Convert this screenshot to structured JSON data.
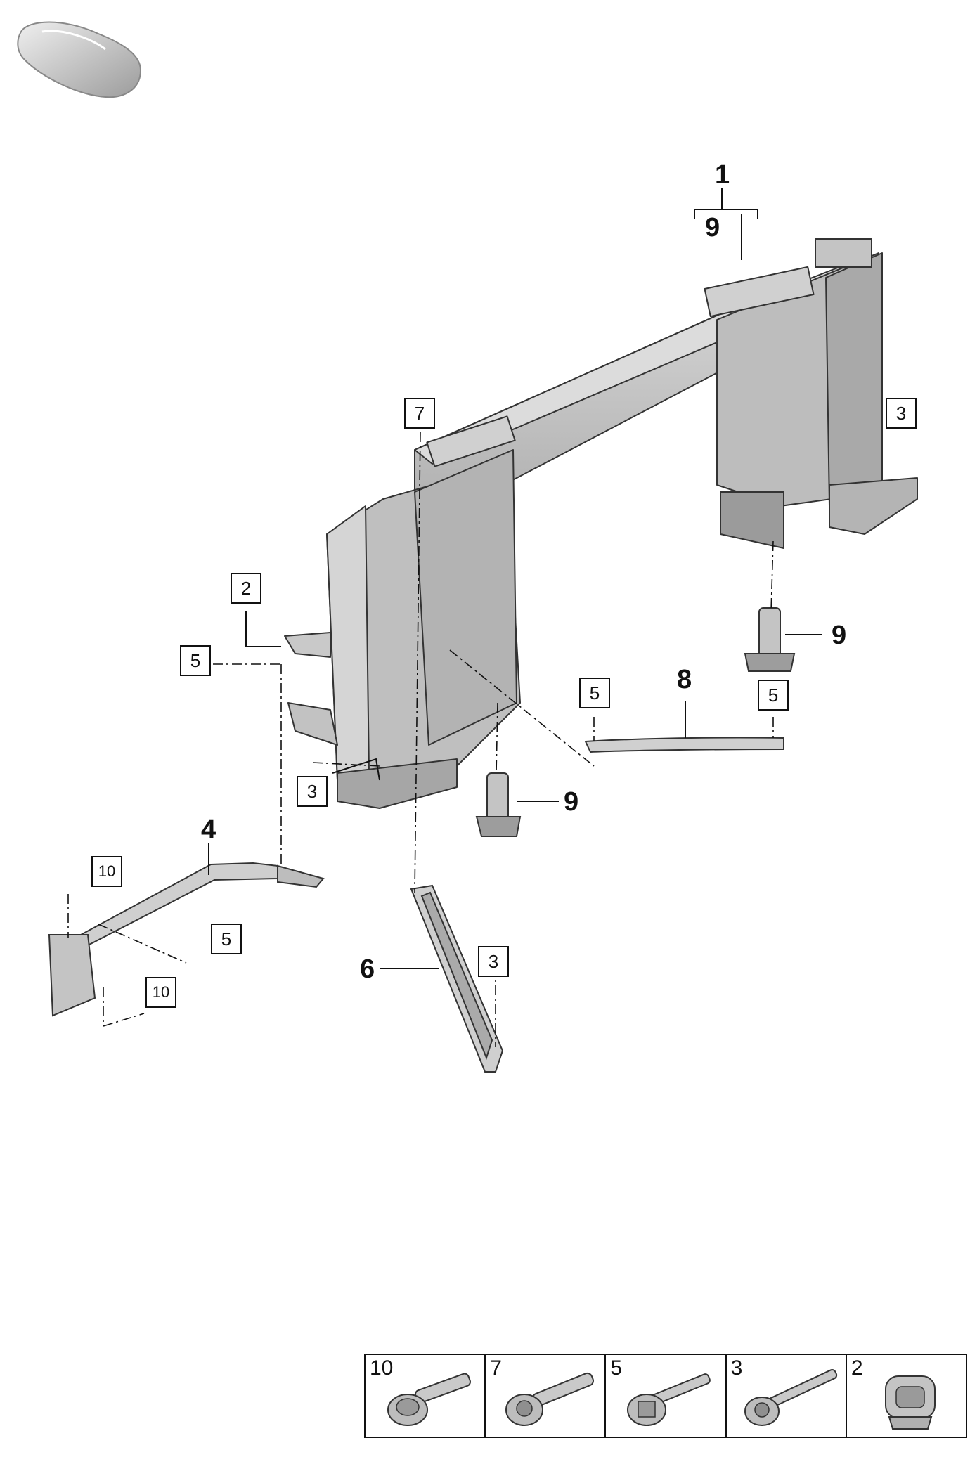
{
  "callouts": {
    "item_1": "1",
    "item_9_assembly": "9",
    "item_9_right": "9",
    "item_9_center": "9",
    "item_8": "8",
    "item_4": "4",
    "item_6": "6",
    "box_7": "7",
    "box_3_right": "3",
    "box_2": "2",
    "box_5_left": "5",
    "box_5_mid": "5",
    "box_5_right": "5",
    "box_3_left": "3",
    "box_10_top": "10",
    "box_5_bracket": "5",
    "box_10_bottom": "10",
    "box_3_strut": "3"
  },
  "legend": [
    {
      "number": "10",
      "icon": "flange-bolt-icon"
    },
    {
      "number": "7",
      "icon": "torx-bolt-icon"
    },
    {
      "number": "5",
      "icon": "stud-bolt-icon"
    },
    {
      "number": "3",
      "icon": "long-bolt-icon"
    },
    {
      "number": "2",
      "icon": "clip-nut-icon"
    }
  ],
  "colors": {
    "part_fill": "#c8c8c8",
    "part_shade": "#a9a9a9",
    "part_dark": "#8a8a8a",
    "line": "#111111"
  }
}
